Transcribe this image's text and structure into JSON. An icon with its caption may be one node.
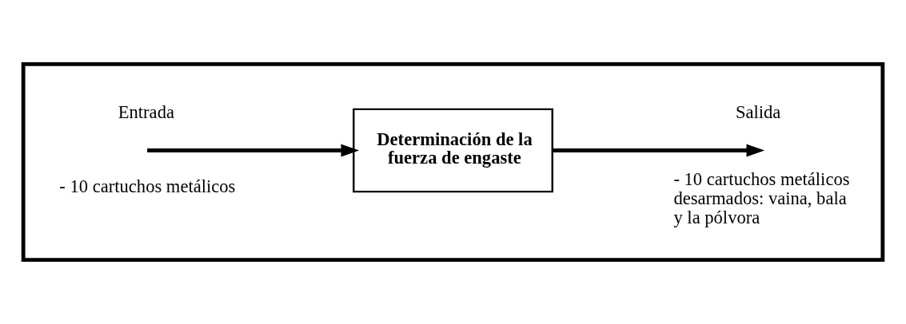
{
  "diagram": {
    "nodes": [
      {
        "text": [],
        "shape": "box"
      },
      {
        "text": [
          "Determinación de la fuerza de engaste"
        ],
        "in": 0
      }
    ],
    "edges": [
      {
        "from": null,
        "to": 1,
        "arrow": "to"
      },
      {
        "from": 1,
        "to": null,
        "arrow": "to"
      }
    ],
    "labels": [
      "Entrada",
      "- 10 cartuchos metálicos",
      "Salida",
      "- 10 cartuchos metálicos desarmados: vaina, bala y la pólvora"
    ]
  }
}
